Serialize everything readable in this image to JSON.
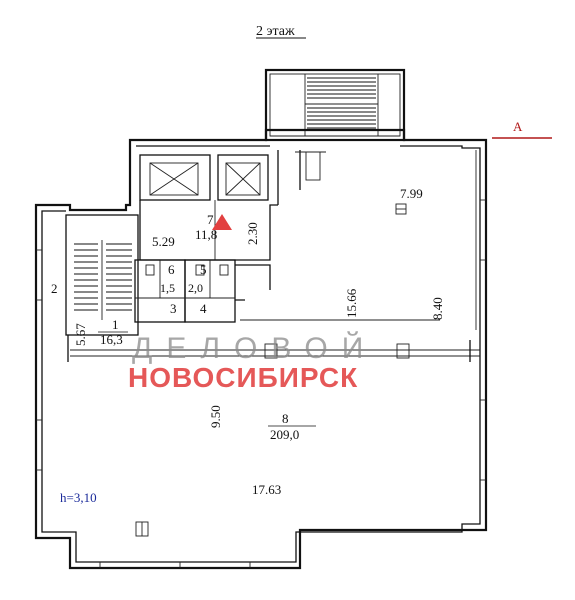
{
  "plan": {
    "title": "2 этаж",
    "axis_label": "А",
    "height_note": "h=3,10",
    "rooms": [
      {
        "number": "1",
        "area": "16,3"
      },
      {
        "number": "2"
      },
      {
        "number": "3"
      },
      {
        "number": "4"
      },
      {
        "number": "5"
      },
      {
        "number": "6"
      },
      {
        "number": "7",
        "area": "11,8"
      },
      {
        "number": "8",
        "area": "209,0"
      },
      {
        "area_small_a": "1,5",
        "area_small_b": "2,0"
      }
    ],
    "dimensions": [
      "7.99",
      "5.29",
      "2.30",
      "15.66",
      "8.40",
      "5.67",
      "9.50",
      "17.63"
    ]
  },
  "watermark": {
    "line1": "ДЕЛОВОЙ",
    "line2": "НОВОСИБИРСК",
    "logo_color": "#e13b3b",
    "text_color": "#8a8a8a"
  }
}
